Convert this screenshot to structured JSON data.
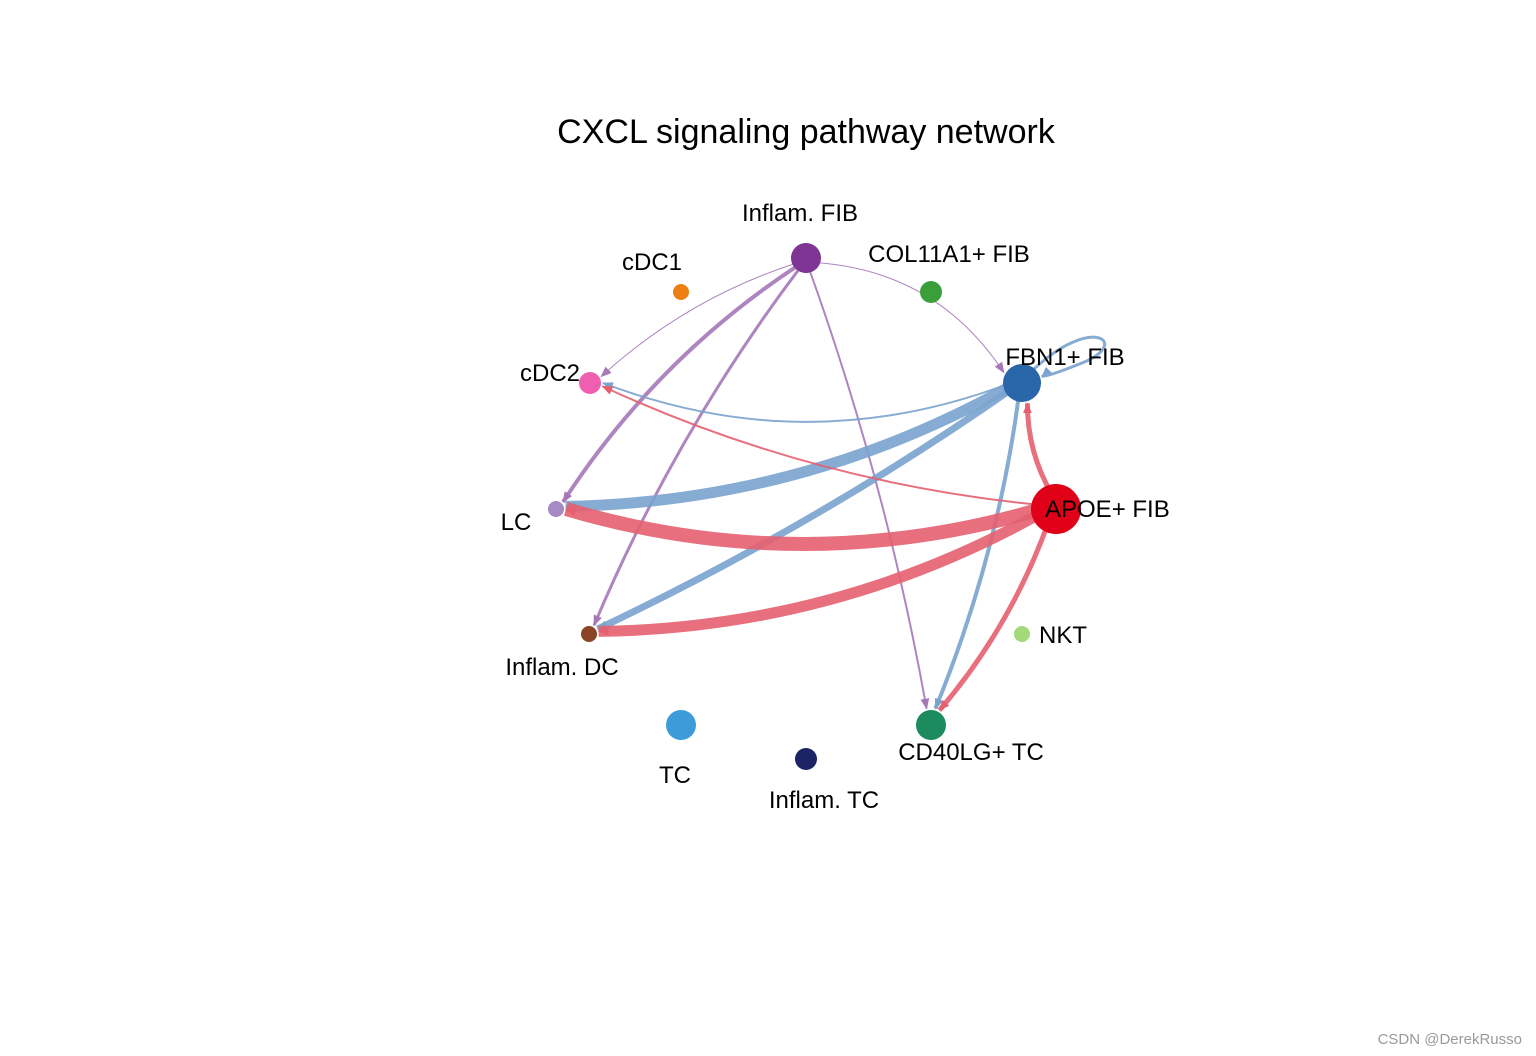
{
  "title": "CXCL signaling pathway network",
  "watermark": "CSDN @DerekRusso",
  "nodes": [
    {
      "id": "inflam_fib",
      "label": "Inflam. FIB",
      "color": "#7E3594",
      "size": 3
    },
    {
      "id": "col11a1",
      "label": "COL11A1+ FIB",
      "color": "#3A9F3A",
      "size": 2
    },
    {
      "id": "fbn1",
      "label": "FBN1+ FIB",
      "color": "#2A66AA",
      "size": 4
    },
    {
      "id": "apoe",
      "label": "APOE+ FIB",
      "color": "#E00018",
      "size": 5
    },
    {
      "id": "nkt",
      "label": "NKT",
      "color": "#A4D97A",
      "size": 1
    },
    {
      "id": "cd40lg",
      "label": "CD40LG+ TC",
      "color": "#1C8B5E",
      "size": 3
    },
    {
      "id": "inflam_tc",
      "label": "Inflam. TC",
      "color": "#1C2466",
      "size": 2
    },
    {
      "id": "tc",
      "label": "TC",
      "color": "#3E9BD9",
      "size": 3
    },
    {
      "id": "inflam_dc",
      "label": "Inflam. DC",
      "color": "#8A4524",
      "size": 1
    },
    {
      "id": "lc",
      "label": "LC",
      "color": "#A689C5",
      "size": 1
    },
    {
      "id": "cdc2",
      "label": "cDC2",
      "color": "#F05FAF",
      "size": 2
    },
    {
      "id": "cdc1",
      "label": "cDC1",
      "color": "#EC8015",
      "size": 1
    }
  ],
  "edges": [
    {
      "from": "inflam_fib",
      "to": "cdc2",
      "weight": 1,
      "color": "#A578B8"
    },
    {
      "from": "inflam_fib",
      "to": "fbn1",
      "weight": 1,
      "color": "#A578B8"
    },
    {
      "from": "inflam_fib",
      "to": "lc",
      "weight": 4,
      "color": "#A578B8"
    },
    {
      "from": "inflam_fib",
      "to": "inflam_dc",
      "weight": 3,
      "color": "#A578B8"
    },
    {
      "from": "inflam_fib",
      "to": "cd40lg",
      "weight": 2,
      "color": "#A578B8"
    },
    {
      "from": "fbn1",
      "to": "fbn1",
      "weight": 3,
      "color": "#7AA3CE"
    },
    {
      "from": "fbn1",
      "to": "cdc2",
      "weight": 2,
      "color": "#7AA3CE"
    },
    {
      "from": "fbn1",
      "to": "lc",
      "weight": 11,
      "color": "#7AA3CE"
    },
    {
      "from": "fbn1",
      "to": "inflam_dc",
      "weight": 7,
      "color": "#7AA3CE"
    },
    {
      "from": "fbn1",
      "to": "cd40lg",
      "weight": 4,
      "color": "#7AA3CE"
    },
    {
      "from": "apoe",
      "to": "cdc2",
      "weight": 2,
      "color": "#E55F6F"
    },
    {
      "from": "apoe",
      "to": "fbn1",
      "weight": 5,
      "color": "#E55F6F"
    },
    {
      "from": "apoe",
      "to": "lc",
      "weight": 14,
      "color": "#E55F6F"
    },
    {
      "from": "apoe",
      "to": "inflam_dc",
      "weight": 11,
      "color": "#E55F6F"
    },
    {
      "from": "apoe",
      "to": "cd40lg",
      "weight": 5,
      "color": "#E55F6F"
    }
  ]
}
